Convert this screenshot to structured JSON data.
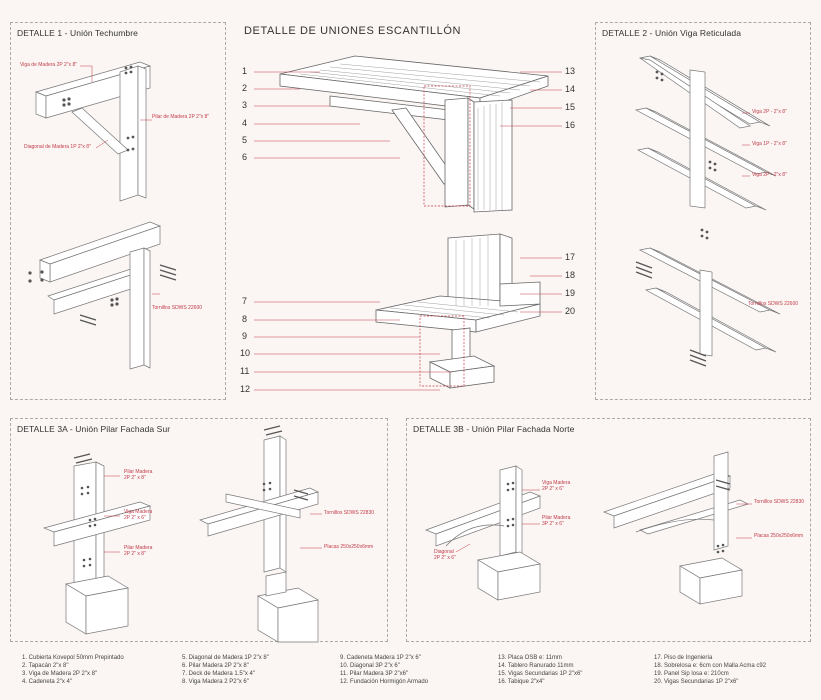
{
  "main_title": "DETALLE DE UNIONES ESCANTILLÓN",
  "panels": {
    "d1": {
      "prefix": "DETALLE 1",
      "suffix": " - Unión Techumbre"
    },
    "d2": {
      "prefix": "DETALLE 2",
      "suffix": " - Unión Viga Reticulada"
    },
    "d3a": {
      "prefix": "DETALLE 3A",
      "suffix": " - Unión Pilar Fachada Sur"
    },
    "d3b": {
      "prefix": "DETALLE 3B",
      "suffix": " - Unión Pilar Fachada Norte"
    }
  },
  "d1_labels": {
    "viga": "Viga de Madera 2P 2\"x 8\"",
    "pilar": "Pilar de Madera 2P 2\"x 8\"",
    "diagonal": "Diagonal de Madera 1P 2\"x 8\"",
    "tornillo": "Tornillos SDWS 22600"
  },
  "d2_labels": {
    "v1": "Viga 2P - 2\"x 8\"",
    "v2": "Viga 1P - 2\"x 8\"",
    "v3": "Viga 2P - 2\"x 8\"",
    "tornillo": "Tornillos SDWS 22600"
  },
  "d3a_labels": {
    "pilar": "Pilar Madera\n2P 2\" x 8\"",
    "viga": "Viga Madera\n2P 2\" x 6\"",
    "pilar2": "Pilar Madera\n2P 2\" x 8\"",
    "tornillo": "Tornillos SDWS 22830",
    "placa": "Placas 250x250x6mm"
  },
  "d3b_labels": {
    "viga": "Viga Madera\n2P 2\" x 6\"",
    "pilar": "Pilar Madera\n3P 2\" x 6\"",
    "diagonal": "Diagonal\n2P 2\" x 6\"",
    "tornillo": "Tornillos SDWS 22830",
    "placa": "Placas 250x250x6mm"
  },
  "numbers_left": [
    "1",
    "2",
    "3",
    "4",
    "5",
    "6",
    "7",
    "8",
    "9",
    "10",
    "11",
    "12"
  ],
  "numbers_right": [
    "13",
    "14",
    "15",
    "16",
    "17",
    "18",
    "19",
    "20"
  ],
  "legend": [
    [
      "1. Cubierta Kovepol 50mm Prepintado",
      "2. Tapacán 2\"x 8\"",
      "3. Viga de Madera 2P 2\"x 8\"",
      "4. Cadeneta 2\"x 4\""
    ],
    [
      "5. Diagonal de Madera 1P 2\"x 8\"",
      "6. Pilar Madera 2P 2\"x 8\"",
      "7. Deck de Madera 1.5\"x 4\"",
      "8. Viga Madera 2 P2\"x 6\""
    ],
    [
      "9. Cadeneta Madera 1P 2\"x 6\"",
      "10. Diagonal 3P 2\"x 6\"",
      "11. Pilar Madera 3P 2\"x6\"",
      "12. Fundación Hormigón Armado"
    ],
    [
      "13.  Placa OSB e: 11mm",
      "14. Tablero Ranurado 11mm",
      "15. Vigas Secundarias 1P 2\"x6\"",
      "16. Tabique  2\"x4\""
    ],
    [
      "17. Piso de Ingeniería",
      "18. Sobrelosa e: 6cm con Malla Acma c92",
      "19. Panel Sip losa e: 210cm",
      "20. Vigas Secundarias 1P 2\"x6\""
    ]
  ]
}
